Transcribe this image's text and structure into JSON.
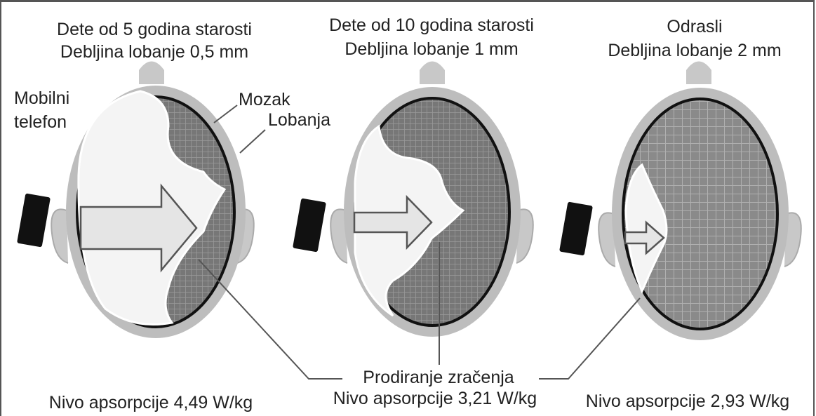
{
  "panels": [
    {
      "title": "Dete od 5 godina starosti",
      "subtitle": "Debljina lobanje 0,5 mm",
      "absorption": "Nivo apsorpcije 4,49 W/kg"
    },
    {
      "title": "Dete od 10 godina starosti",
      "subtitle": "Debljina lobanje 1 mm",
      "absorption": "Nivo apsorpcije 3,21 W/kg"
    },
    {
      "title": "Odrasli",
      "subtitle": "Debljina lobanje 2 mm",
      "absorption": "Nivo apsorpcije 2,93 W/kg"
    }
  ],
  "labels": {
    "phone_line1": "Mobilni",
    "phone_line2": "telefon",
    "brain": "Mozak",
    "skull": "Lobanja",
    "penetration": "Prodiranje zračenja"
  },
  "colors": {
    "skull": "#bdbdbd",
    "brain": "#7a7a7a",
    "white_region": "#f7f7f7",
    "phone": "#111111"
  }
}
